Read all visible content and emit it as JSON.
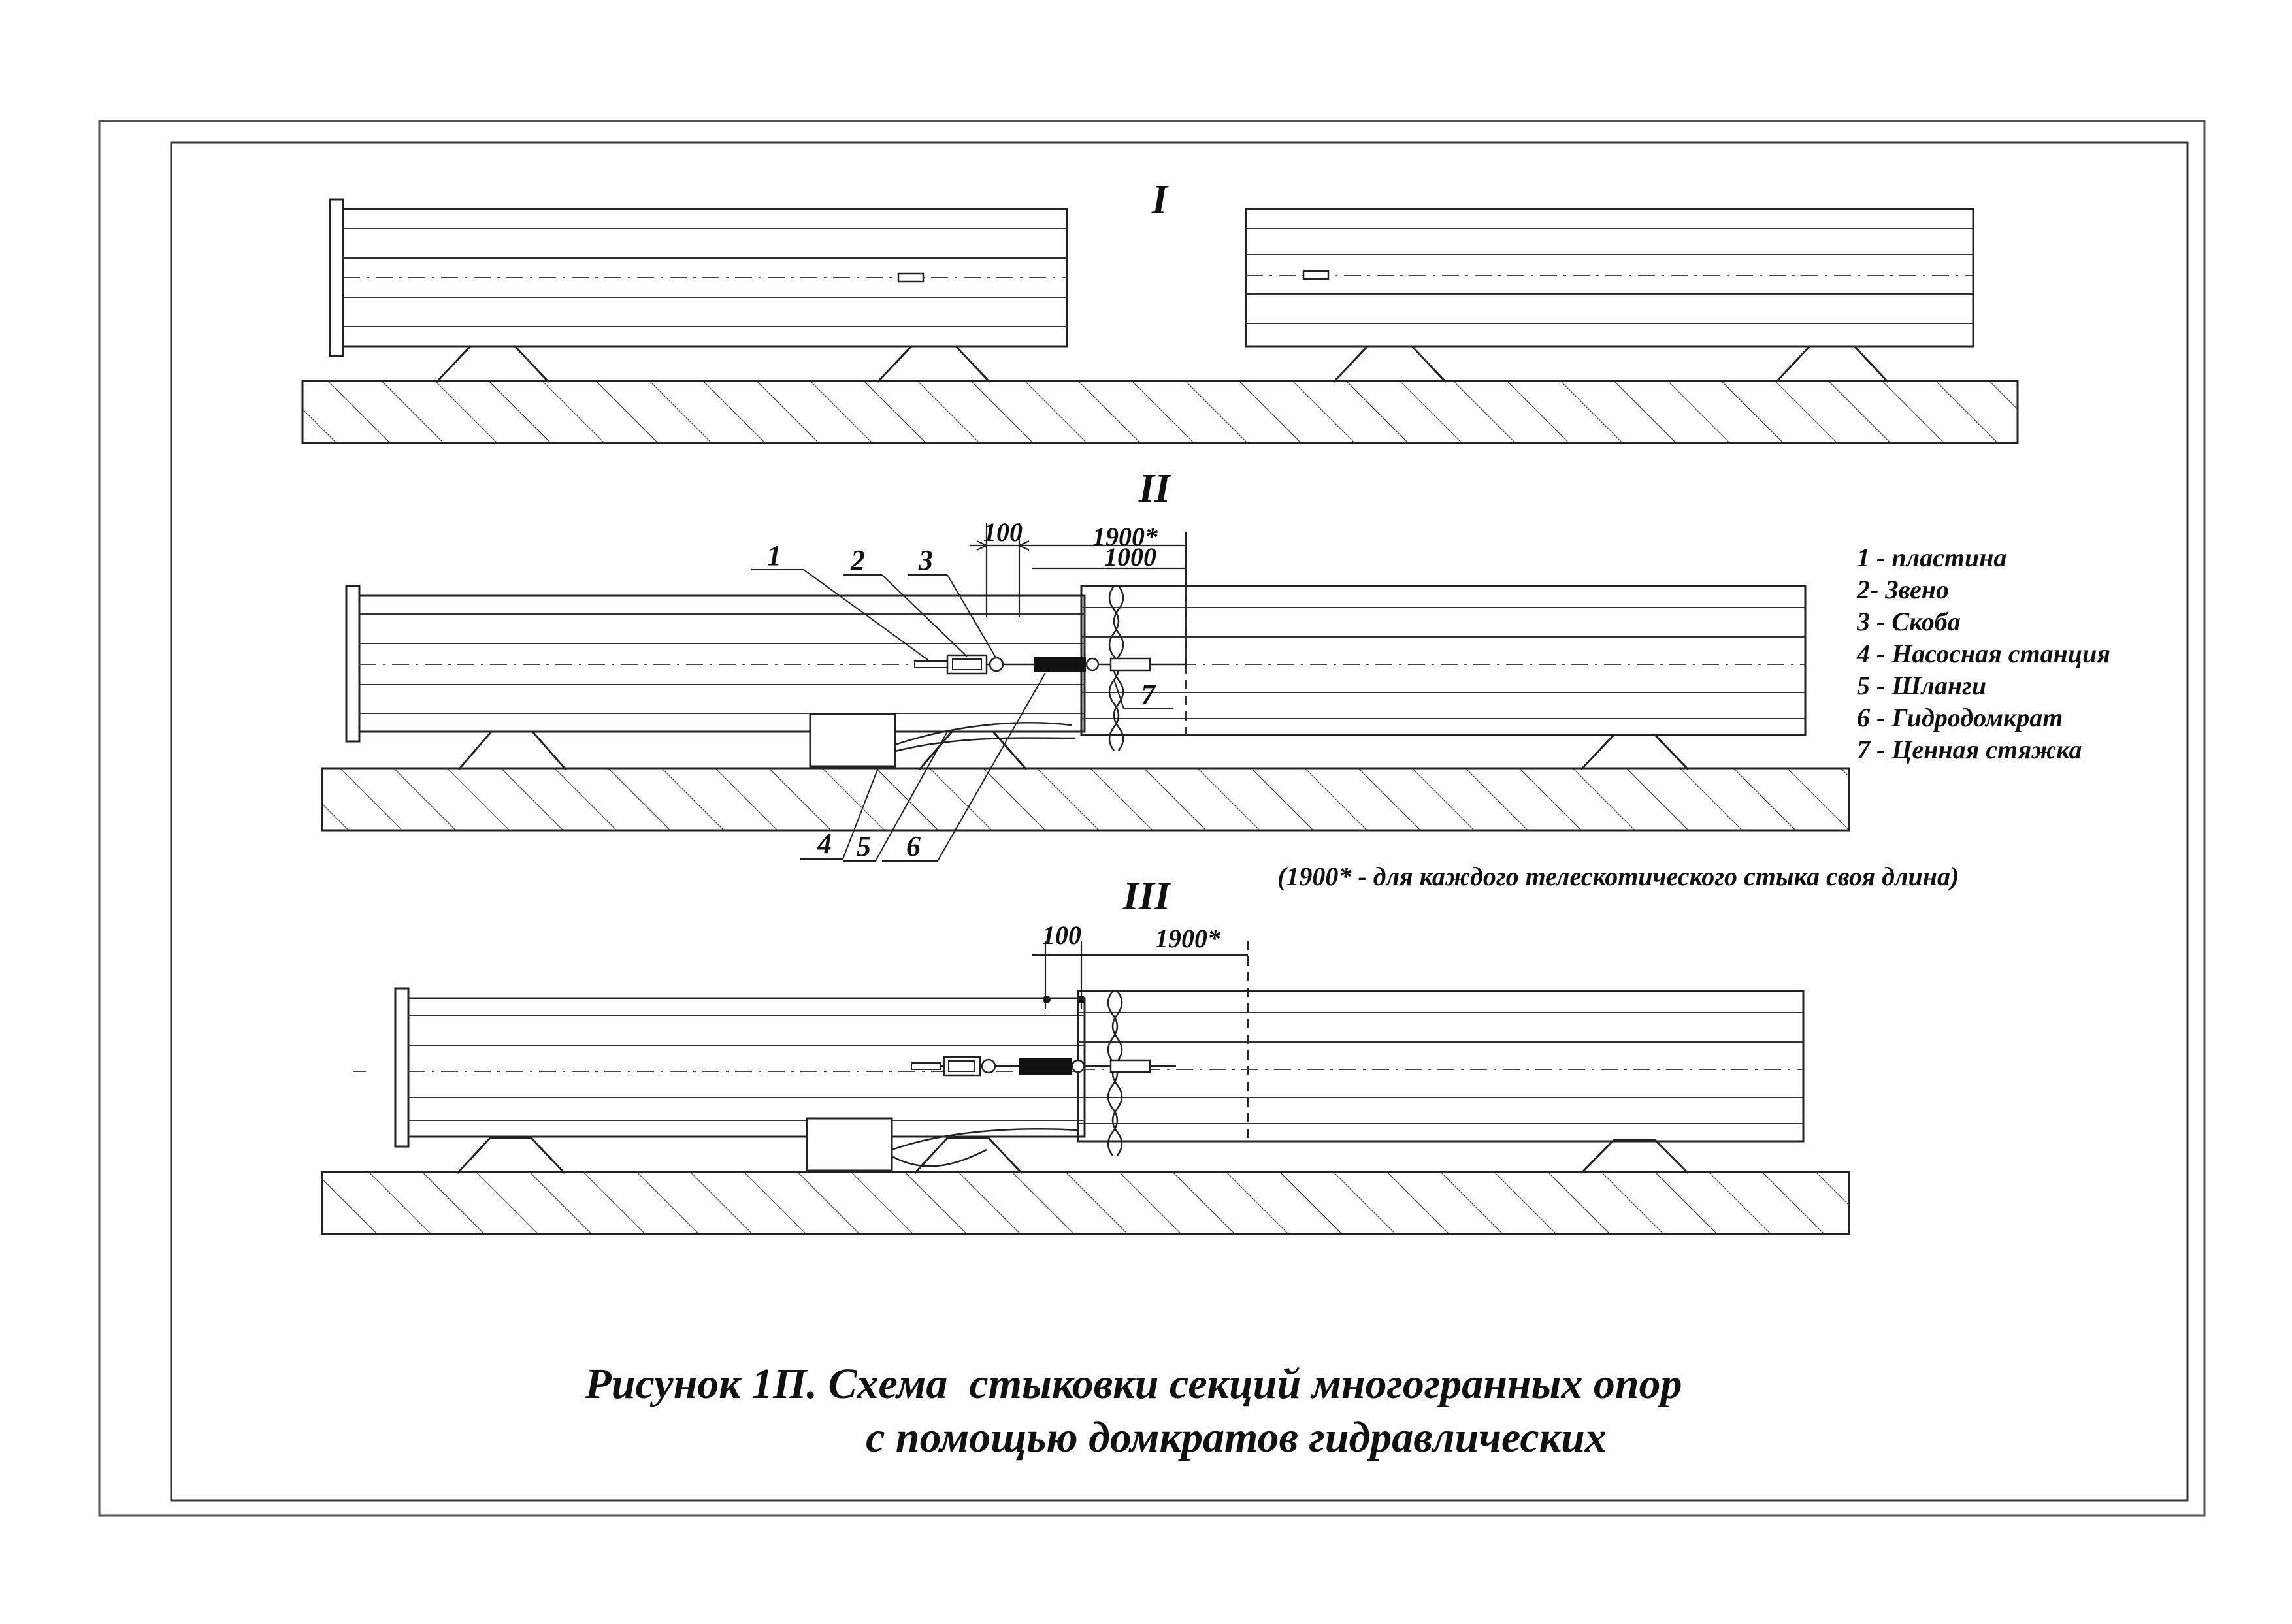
{
  "stages": {
    "first": "I",
    "second": "II",
    "third": "III"
  },
  "dimensions": {
    "stage2_gap": "100",
    "stage2_overlap": "1900*",
    "stage2_inner": "1000",
    "stage3_gap": "100",
    "stage3_overlap": "1900*"
  },
  "callout_numbers": [
    "1",
    "2",
    "3",
    "4",
    "5",
    "6",
    "7"
  ],
  "legend": [
    "1 - пластина",
    "2- Звено",
    "3 - Скоба",
    "4 - Насосная станция",
    "5 - Шланги",
    "6 - Гидродомкрат",
    "7 - Ценная стяжка"
  ],
  "footnote": "(1900* - для каждого телескотического стыка своя длина)",
  "caption": {
    "line1": "Рисунок 1П. Схема  стыковки секций многогранных опор",
    "line2": "с помощью домкратов гидравлических"
  }
}
